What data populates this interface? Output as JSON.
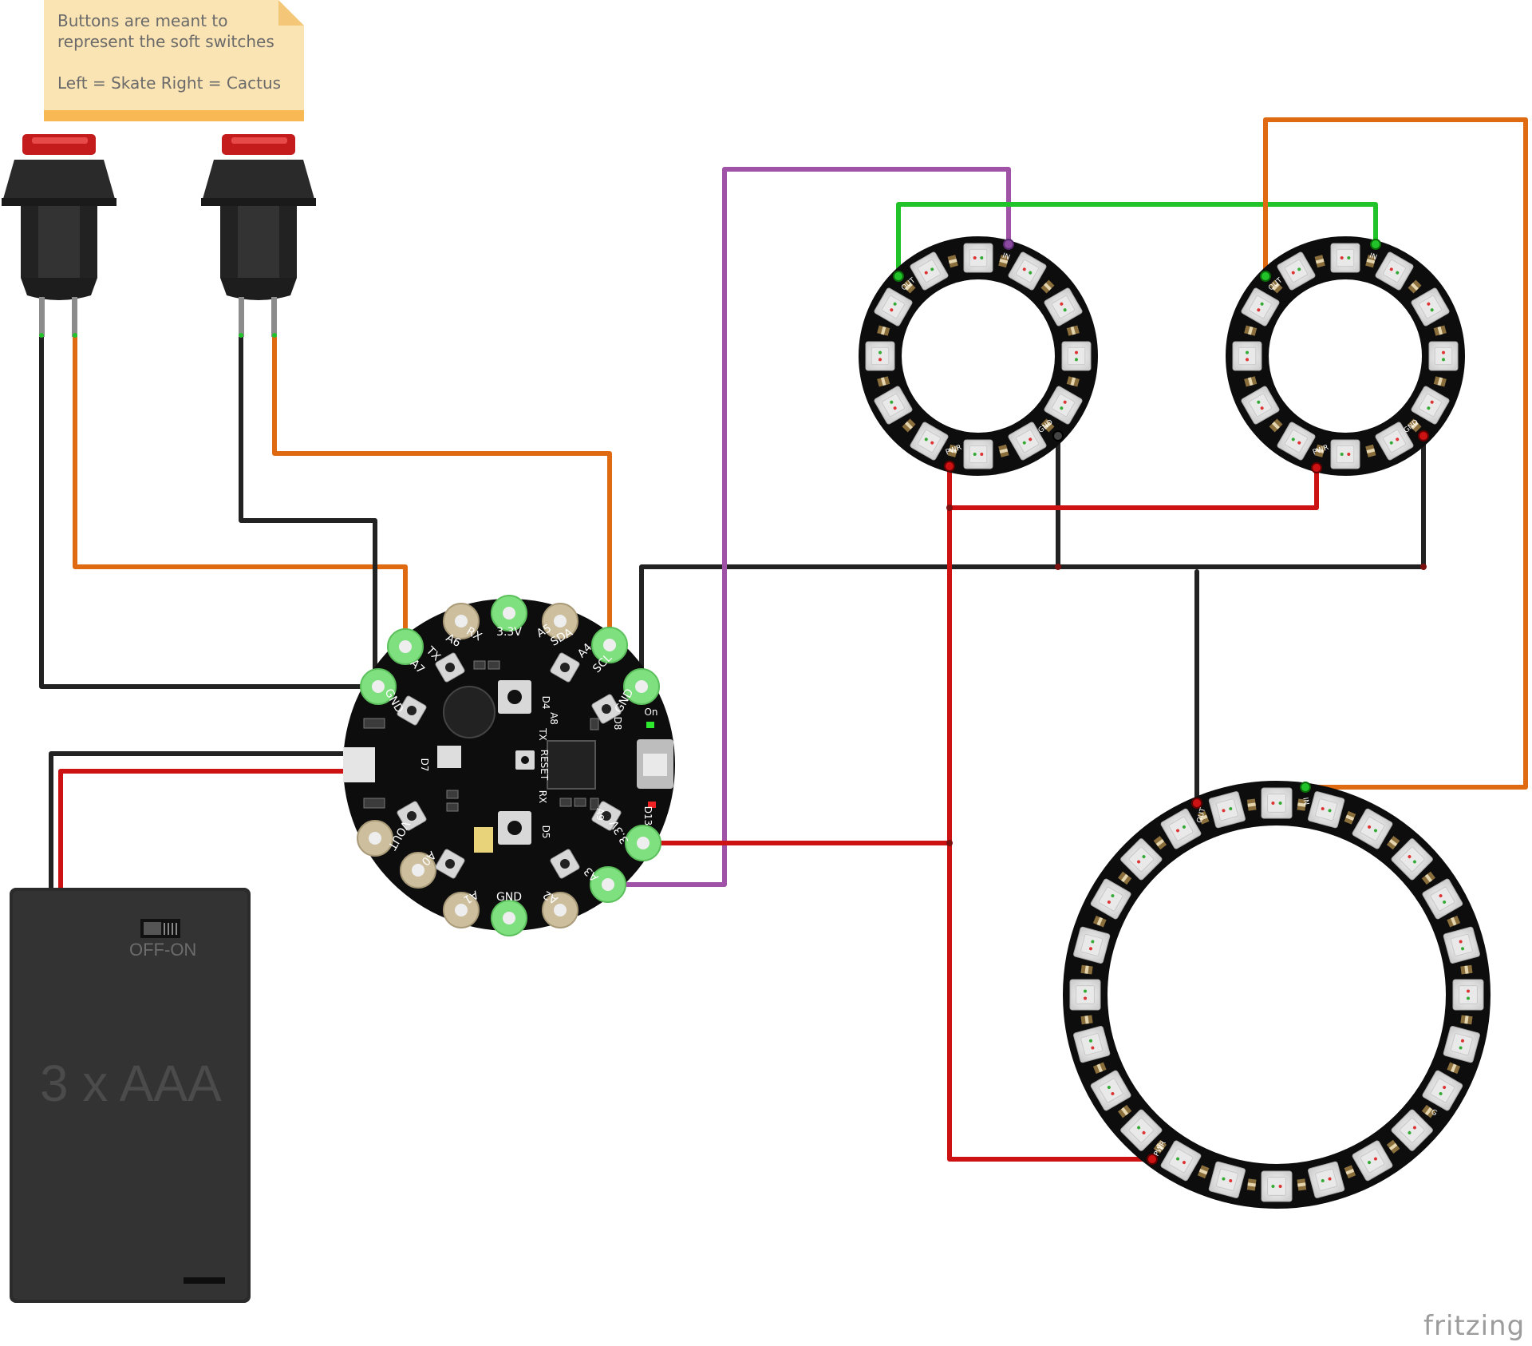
{
  "note": {
    "line1": "Buttons are meant to",
    "line2": "represent the soft switches",
    "line3": "Left = Skate Right = Cactus"
  },
  "battery": {
    "switch_label": "OFF-ON",
    "label": "3 x AAA"
  },
  "board": {
    "pads": [
      "3.3V",
      "A6",
      "RX",
      "A7",
      "TX",
      "GND",
      "SCL",
      "A4",
      "SDA",
      "A5",
      "GND",
      "VOUT",
      "A0",
      "A1",
      "GND",
      "A2",
      "A3",
      "3.3V"
    ],
    "silk": [
      "D4",
      "D5",
      "A8",
      "A9",
      "D8",
      "D13",
      "D7",
      "RESET",
      "TX",
      "RX",
      "On"
    ]
  },
  "rings": {
    "small_pin_labels": [
      "OUT",
      "IN",
      "PWR",
      "GND"
    ],
    "large_pin_labels": [
      "OUT",
      "IN",
      "PWR",
      "G"
    ]
  },
  "wires": {
    "black": "#222222",
    "red": "#cc1212",
    "orange": "#e06a12",
    "green": "#22c32a",
    "purple": "#a052a6"
  },
  "brand": "fritzing"
}
